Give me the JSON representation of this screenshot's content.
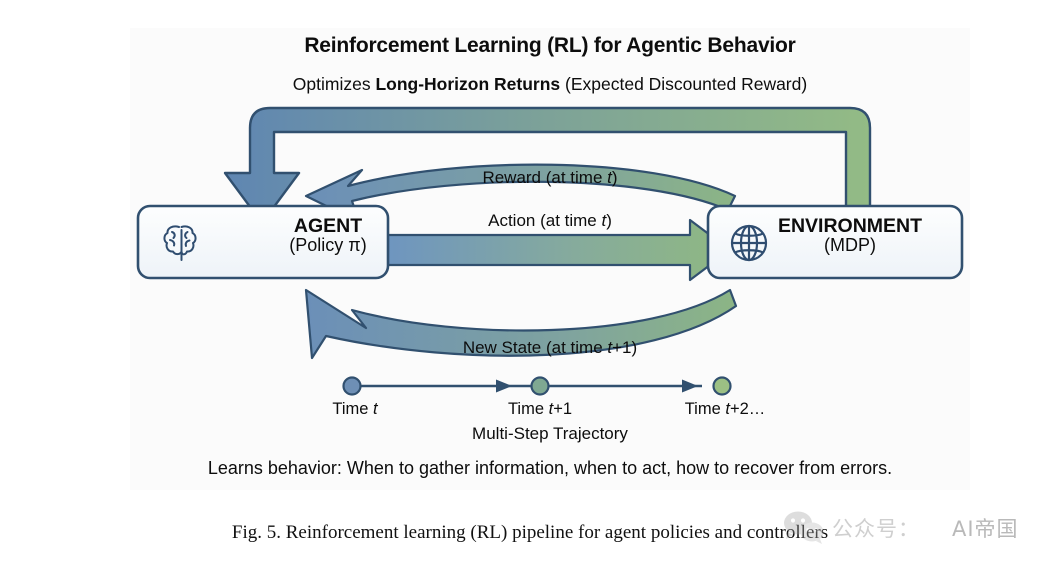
{
  "figure": {
    "title": "Reinforcement Learning (RL) for Agentic Behavior",
    "optimizes_prefix": "Optimizes ",
    "optimizes_bold": "Long-Horizon Returns",
    "optimizes_suffix": " (Expected Discounted Reward)",
    "learns_line": "Learns behavior: When to gather information, when to act, how to recover from errors.",
    "caption": "Fig. 5.  Reinforcement learning (RL) pipeline for agent policies and controllers"
  },
  "nodes": {
    "agent": {
      "title": "AGENT",
      "subtitle": "(Policy π)",
      "icon": "brain-icon"
    },
    "environment": {
      "title": "ENVIRONMENT",
      "subtitle": "(MDP)",
      "icon": "globe-icon"
    }
  },
  "edges": {
    "outer_loop": "Optimizes Long-Horizon Returns (Expected Discounted Reward)",
    "reward": "Reward (at time t)",
    "action": "Action (at time t)",
    "new_state": "New State (at time t+1)"
  },
  "timeline": {
    "caption": "Multi-Step Trajectory",
    "ticks": [
      {
        "label_prefix": "Time ",
        "label_var": "t",
        "label_suffix": "",
        "color": "#6e8fb5"
      },
      {
        "label_prefix": "Time ",
        "label_var": "t",
        "label_suffix": "+1",
        "color": "#7fa892"
      },
      {
        "label_prefix": "Time ",
        "label_var": "t",
        "label_suffix": "+2…",
        "color": "#9cc084"
      }
    ]
  },
  "watermark": {
    "account": "公众号：",
    "brand": "AI帝国"
  },
  "colors": {
    "flow_blue": "#6e95c0",
    "flow_green": "#8fb882",
    "stroke_navy": "#31506f",
    "box_fill": "#f6f9fc",
    "box_border": "#31506f",
    "panel_bg": "#fbfbfb"
  }
}
